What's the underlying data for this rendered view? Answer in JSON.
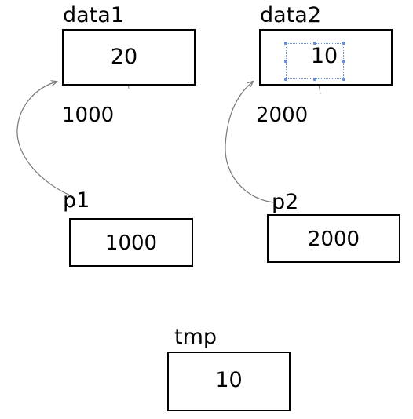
{
  "variables": [
    {
      "id": "data1",
      "label": "data1",
      "value": "20",
      "address": "1000"
    },
    {
      "id": "data2",
      "label": "data2",
      "value": "10",
      "address": "2000"
    },
    {
      "id": "p1",
      "label": "p1",
      "value": "1000"
    },
    {
      "id": "p2",
      "label": "p2",
      "value": "2000"
    },
    {
      "id": "tmp",
      "label": "tmp",
      "value": "10"
    }
  ],
  "colors": {
    "stroke": "#000000",
    "arrow": "#777777",
    "selection": "#6a8fd0"
  }
}
